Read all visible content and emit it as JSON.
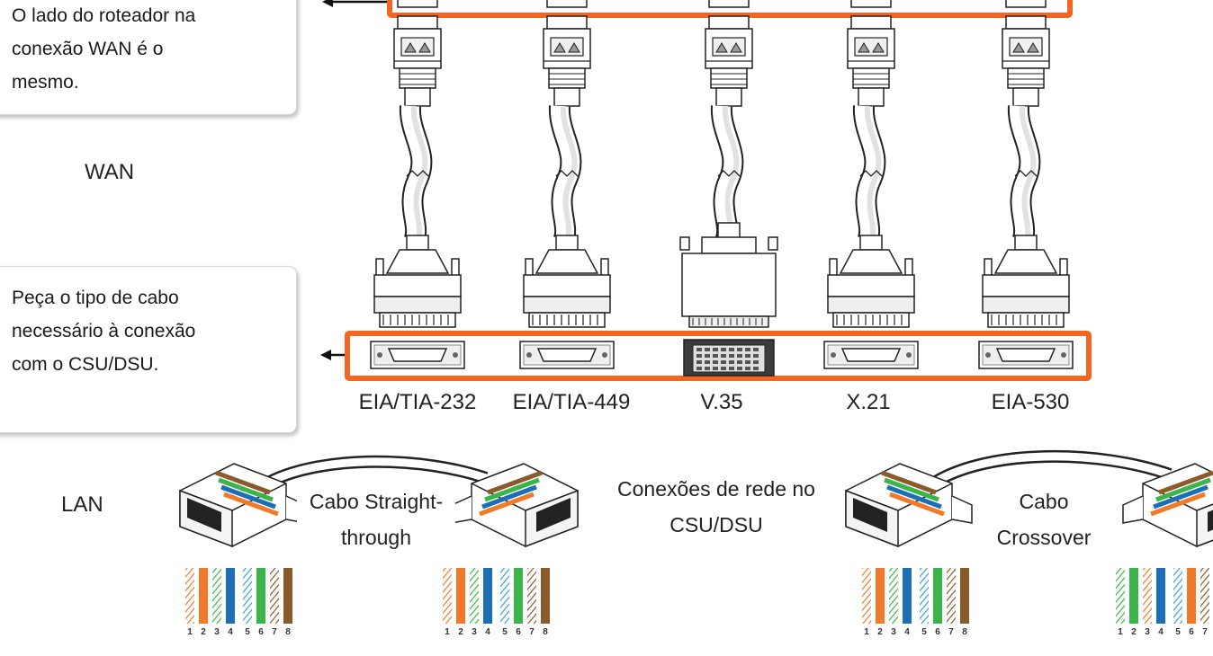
{
  "callouts": {
    "router_side": [
      "O lado do roteador na",
      "conexão WAN é o",
      "mesmo."
    ],
    "request_cable": [
      "Peça o tipo de cabo",
      "necessário à conexão",
      "com o CSU/DSU."
    ]
  },
  "section_labels": {
    "wan": "WAN",
    "lan": "LAN"
  },
  "ports": [
    "EIA/TIA-232",
    "EIA/TIA-449",
    "V.35",
    "X.21",
    "EIA-530"
  ],
  "lan": {
    "straight_label": [
      "Cabo Straight-",
      "through"
    ],
    "center_label": [
      "Conexões de rede no",
      "CSU/DSU"
    ],
    "crossover_label": [
      "Cabo",
      "Crossover"
    ],
    "pin_numbers": [
      "1",
      "2",
      "3",
      "4",
      "5",
      "6",
      "7",
      "8"
    ]
  },
  "colors": {
    "highlight": "#f26522",
    "orange": "#f07a2a",
    "green": "#3bb54a",
    "blue": "#1c6fb5",
    "brown": "#8b5a2b"
  }
}
